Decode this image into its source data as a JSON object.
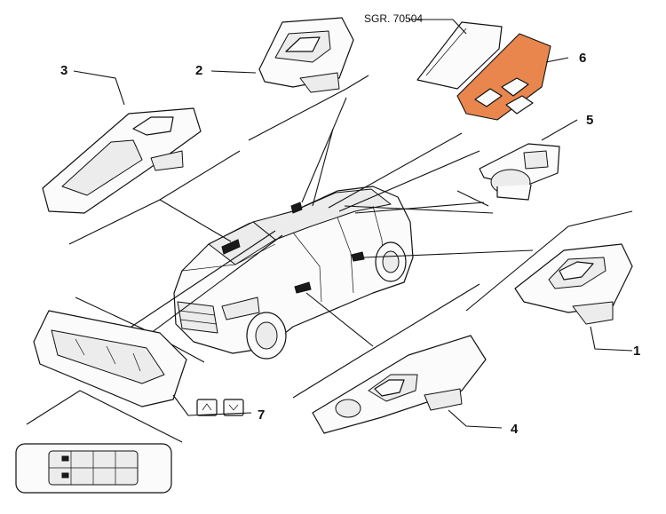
{
  "diagram": {
    "reference_code": "SGR. 70504",
    "callouts": [
      {
        "id": "1",
        "label": "1"
      },
      {
        "id": "2",
        "label": "2"
      },
      {
        "id": "3",
        "label": "3"
      },
      {
        "id": "4",
        "label": "4"
      },
      {
        "id": "5",
        "label": "5"
      },
      {
        "id": "6",
        "label": "6"
      },
      {
        "id": "7",
        "label": "7"
      }
    ],
    "colors": {
      "highlight": "#e8864e",
      "line": "#111111",
      "background": "#ffffff"
    }
  }
}
